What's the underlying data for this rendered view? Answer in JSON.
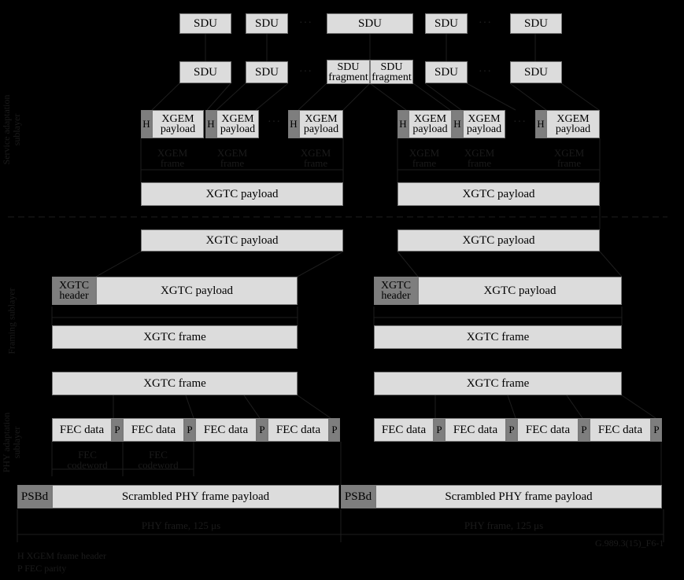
{
  "sdu_row1": [
    "SDU",
    "SDU",
    "SDU",
    "SDU",
    "SDU"
  ],
  "sdu_row2": [
    "SDU",
    "SDU",
    "SDU\nfragment",
    "SDU\nfragment",
    "SDU",
    "SDU"
  ],
  "h_label": "H",
  "xgem_payload": "XGEM\npayload",
  "xgem_frame": "XGEM\nframe",
  "xgtc_payload": "XGTC payload",
  "xgtc_header": "XGTC\nheader",
  "xgtc_frame": "XGTC frame",
  "fec_data": "FEC data",
  "p_label": "P",
  "fec_codeword": "FEC\ncodeword",
  "psbd": "PSBd",
  "scrambled": "Scrambled PHY frame payload",
  "phy_frame": "PHY frame, 125 μs",
  "sublayers": {
    "service": "Service adaptation\nsublayer",
    "framing": "Framing sublayer",
    "phy": "PHY adaptation\nsublayer"
  },
  "legend": {
    "h": "H   XGEM frame header",
    "p": "P   FEC parity"
  },
  "ref": "G.989.3(15)_F6-1"
}
